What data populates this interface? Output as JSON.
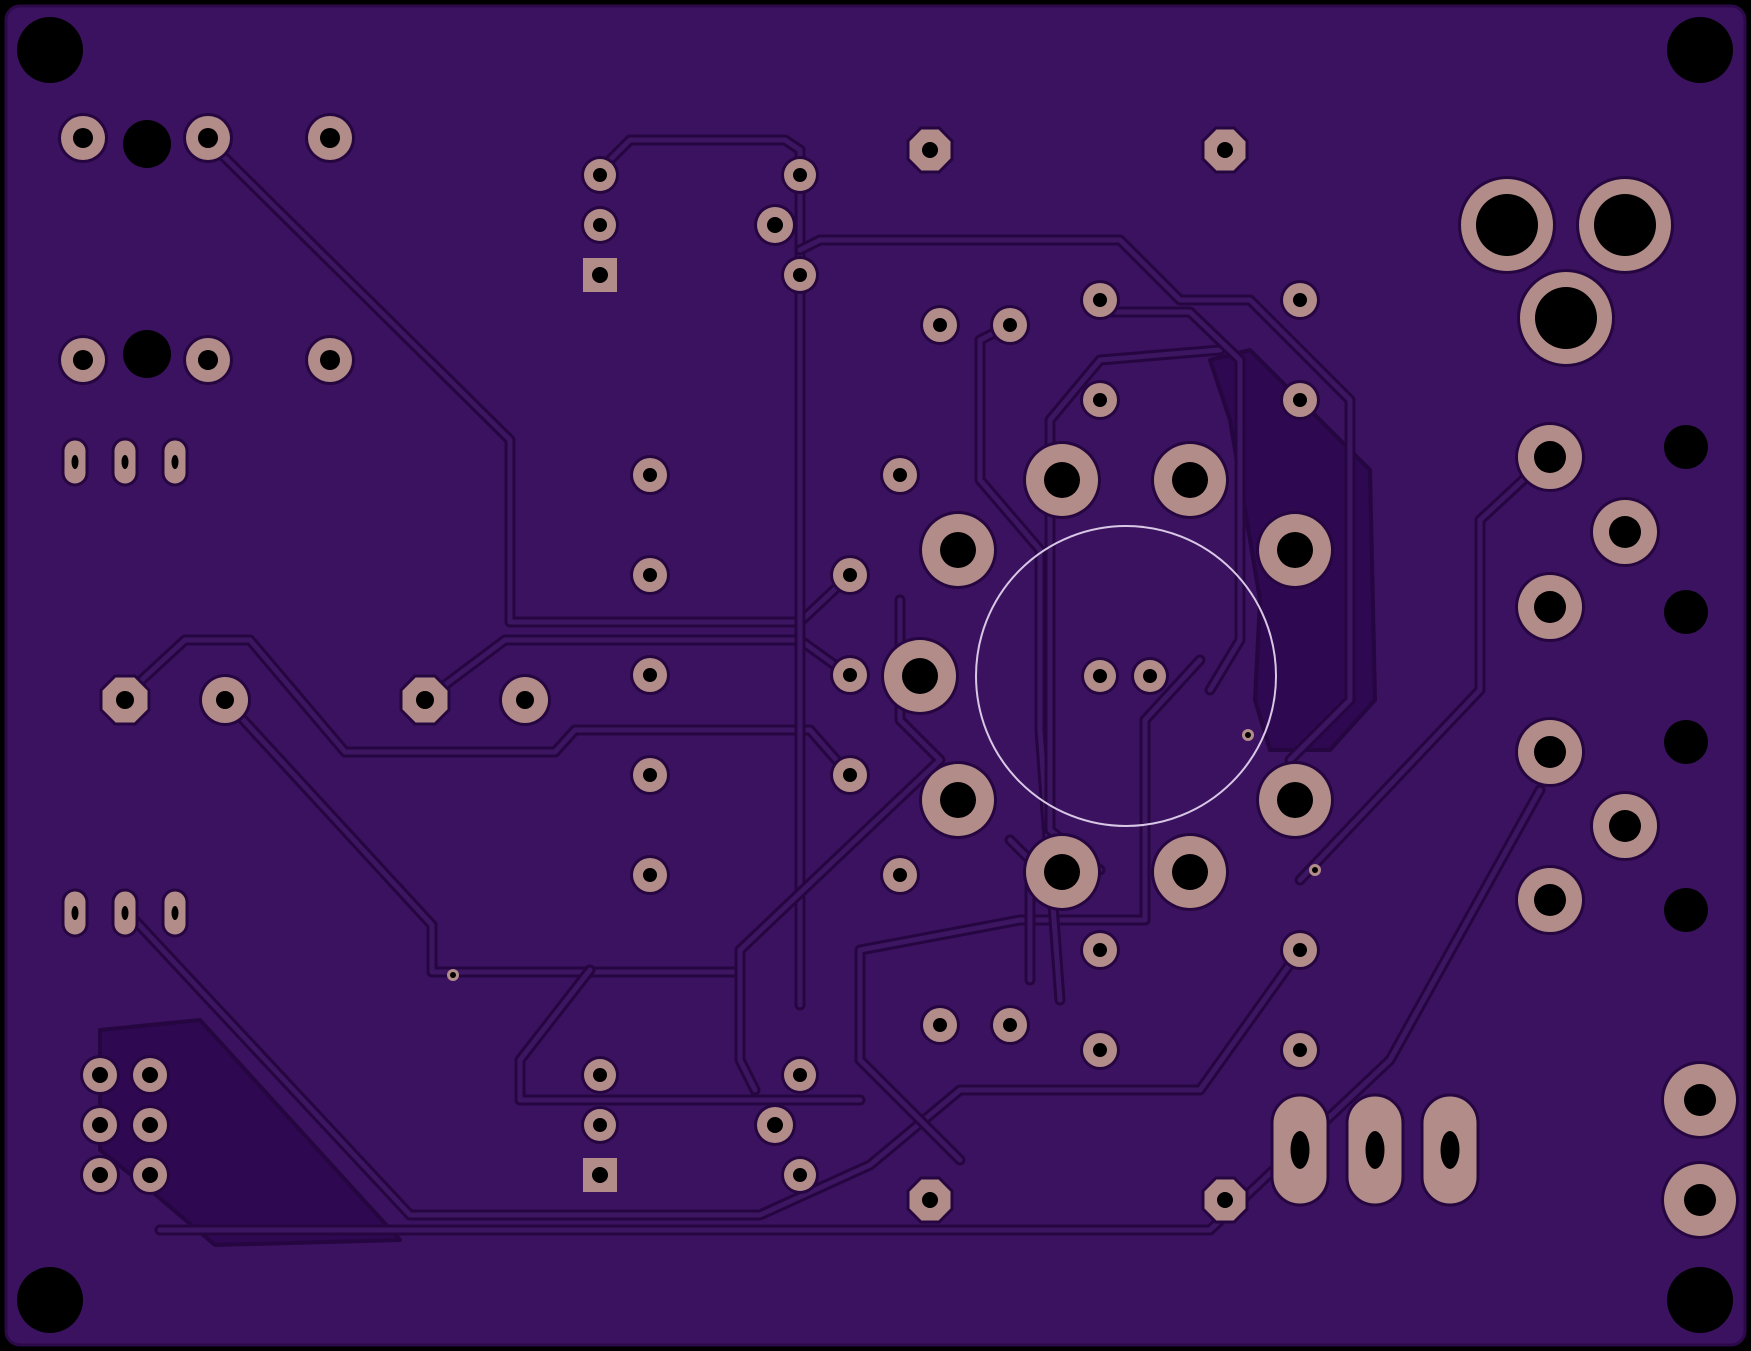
{
  "board": {
    "view": "pcb-bottom-layer",
    "colors": {
      "background": "#000000",
      "board": "#3b125f",
      "board_edge": "#2c0a4a",
      "copper_pour": "#2e0850",
      "trace_outline": "#260640",
      "trace": "#3d1662",
      "pad": "#b28c88",
      "hole": "#000000",
      "silkscreen": "#d8c8e6"
    }
  },
  "components": {
    "mounting_holes": 4,
    "dip_sockets": 2,
    "tube_socket_pins": 9,
    "pot_footprints": 2,
    "jacks_right": 2
  }
}
